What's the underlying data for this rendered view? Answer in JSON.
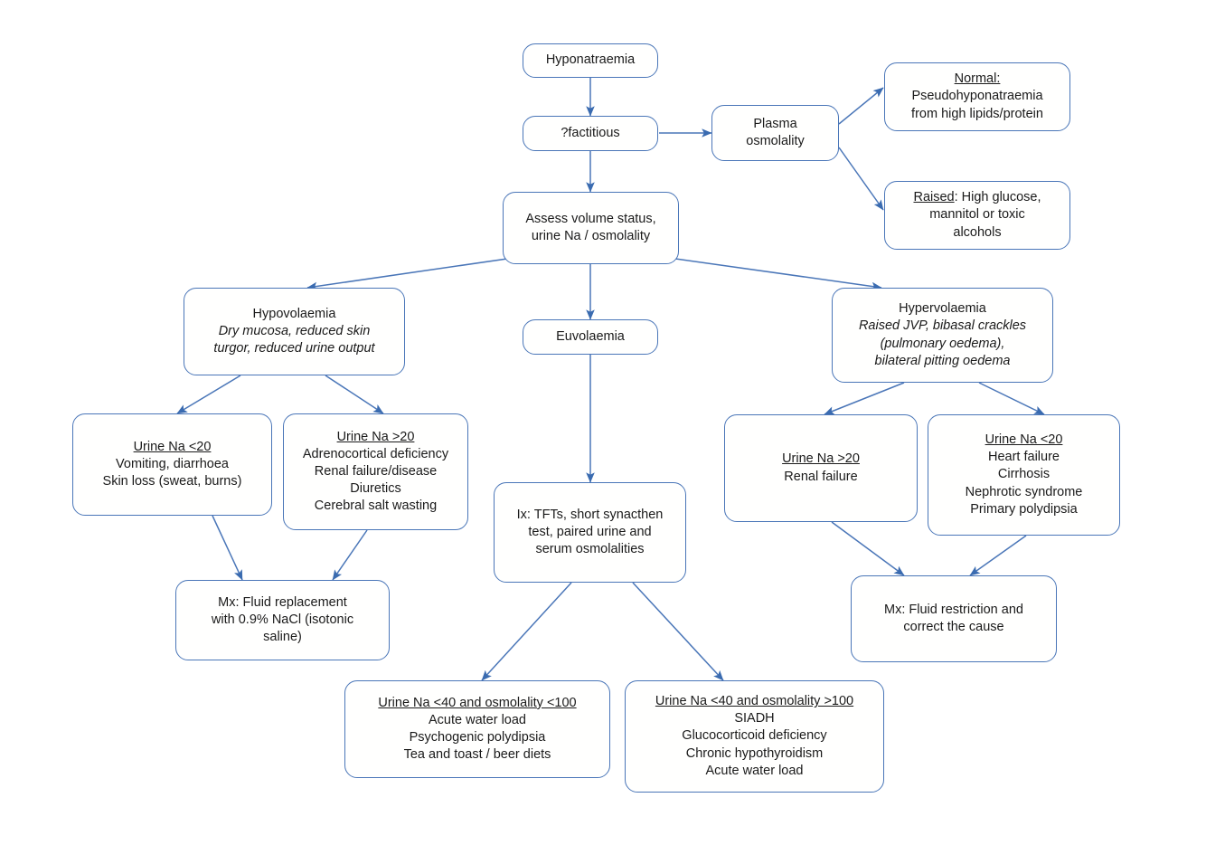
{
  "diagram": {
    "title": "Hyponatraemia assessment flowchart",
    "accent_color": "#4a76b8",
    "text_color": "#1a1a1a",
    "background": "#ffffff"
  },
  "nodes": {
    "hyponatraemia": {
      "lines": [
        {
          "text": "Hyponatraemia"
        }
      ]
    },
    "factitious": {
      "lines": [
        {
          "text": "?factitious"
        }
      ]
    },
    "plasma_osmolality": {
      "lines": [
        {
          "text": "Plasma"
        },
        {
          "text": "osmolality"
        }
      ]
    },
    "normal": {
      "lines": [
        {
          "text": "Normal:",
          "underline": true
        },
        {
          "text": "Pseudohyponatraemia"
        },
        {
          "text": "from high lipids/protein"
        }
      ]
    },
    "raised": {
      "lines": [
        {
          "text": "Raised: High glucose,",
          "underline_prefix": "Raised"
        },
        {
          "text": "mannitol or toxic"
        },
        {
          "text": "alcohols"
        }
      ]
    },
    "assess_volume": {
      "lines": [
        {
          "text": "Assess volume status,"
        },
        {
          "text": "urine Na / osmolality"
        }
      ]
    },
    "hypovolaemia": {
      "lines": [
        {
          "text": "Hypovolaemia"
        },
        {
          "text": "Dry mucosa, reduced skin",
          "italic": true
        },
        {
          "text": "turgor, reduced urine output",
          "italic": true
        }
      ]
    },
    "euvolaemia": {
      "lines": [
        {
          "text": "Euvolaemia"
        }
      ]
    },
    "hypervolaemia": {
      "lines": [
        {
          "text": "Hypervolaemia"
        },
        {
          "text": "Raised JVP, bibasal crackles",
          "italic": true
        },
        {
          "text": "(pulmonary oedema),",
          "italic": true
        },
        {
          "text": "bilateral pitting oedema",
          "italic": true
        }
      ]
    },
    "hypo_na_low": {
      "lines": [
        {
          "text": "Urine Na <20",
          "underline": true
        },
        {
          "text": "Vomiting, diarrhoea"
        },
        {
          "text": "Skin loss (sweat, burns)"
        }
      ]
    },
    "hypo_na_high": {
      "lines": [
        {
          "text": "Urine Na >20",
          "underline": true
        },
        {
          "text": "Adrenocortical deficiency"
        },
        {
          "text": "Renal failure/disease"
        },
        {
          "text": "Diuretics"
        },
        {
          "text": "Cerebral salt wasting"
        }
      ]
    },
    "mx_replacement": {
      "lines": [
        {
          "text": "Mx: Fluid replacement"
        },
        {
          "text": "with 0.9% NaCl (isotonic"
        },
        {
          "text": "saline)"
        }
      ]
    },
    "ix_tests": {
      "lines": [
        {
          "text": "Ix: TFTs, short synacthen"
        },
        {
          "text": "test, paired urine and"
        },
        {
          "text": "serum osmolalities"
        }
      ]
    },
    "hyper_na_high": {
      "lines": [
        {
          "text": "Urine Na >20",
          "underline": true
        },
        {
          "text": "Renal failure"
        }
      ]
    },
    "hyper_na_low": {
      "lines": [
        {
          "text": "Urine Na <20",
          "underline": true
        },
        {
          "text": "Heart failure"
        },
        {
          "text": "Cirrhosis"
        },
        {
          "text": "Nephrotic syndrome"
        },
        {
          "text": "Primary polydipsia"
        }
      ]
    },
    "mx_restriction": {
      "lines": [
        {
          "text": "Mx: Fluid restriction and"
        },
        {
          "text": "correct the cause"
        }
      ]
    },
    "osm_low": {
      "lines": [
        {
          "text": "Urine Na <40 and osmolality <100",
          "underline": true
        },
        {
          "text": "Acute water load"
        },
        {
          "text": "Psychogenic polydipsia"
        },
        {
          "text": "Tea and toast / beer diets"
        }
      ]
    },
    "osm_high": {
      "lines": [
        {
          "text": "Urine Na <40 and osmolality >100",
          "underline": true
        },
        {
          "text": "SIADH"
        },
        {
          "text": "Glucocorticoid deficiency"
        },
        {
          "text": "Chronic hypothyroidism"
        },
        {
          "text": "Acute water load"
        }
      ]
    }
  },
  "edges": [
    {
      "from": "hyponatraemia",
      "to": "factitious"
    },
    {
      "from": "factitious",
      "to": "plasma_osmolality"
    },
    {
      "from": "plasma_osmolality",
      "to": "normal"
    },
    {
      "from": "plasma_osmolality",
      "to": "raised"
    },
    {
      "from": "factitious",
      "to": "assess_volume"
    },
    {
      "from": "assess_volume",
      "to": "hypovolaemia"
    },
    {
      "from": "assess_volume",
      "to": "euvolaemia"
    },
    {
      "from": "assess_volume",
      "to": "hypervolaemia"
    },
    {
      "from": "hypovolaemia",
      "to": "hypo_na_low"
    },
    {
      "from": "hypovolaemia",
      "to": "hypo_na_high"
    },
    {
      "from": "hypo_na_low",
      "to": "mx_replacement"
    },
    {
      "from": "hypo_na_high",
      "to": "mx_replacement"
    },
    {
      "from": "euvolaemia",
      "to": "ix_tests"
    },
    {
      "from": "ix_tests",
      "to": "osm_low"
    },
    {
      "from": "ix_tests",
      "to": "osm_high"
    },
    {
      "from": "hypervolaemia",
      "to": "hyper_na_high"
    },
    {
      "from": "hypervolaemia",
      "to": "hyper_na_low"
    },
    {
      "from": "hyper_na_high",
      "to": "mx_restriction"
    },
    {
      "from": "hyper_na_low",
      "to": "mx_restriction"
    }
  ]
}
